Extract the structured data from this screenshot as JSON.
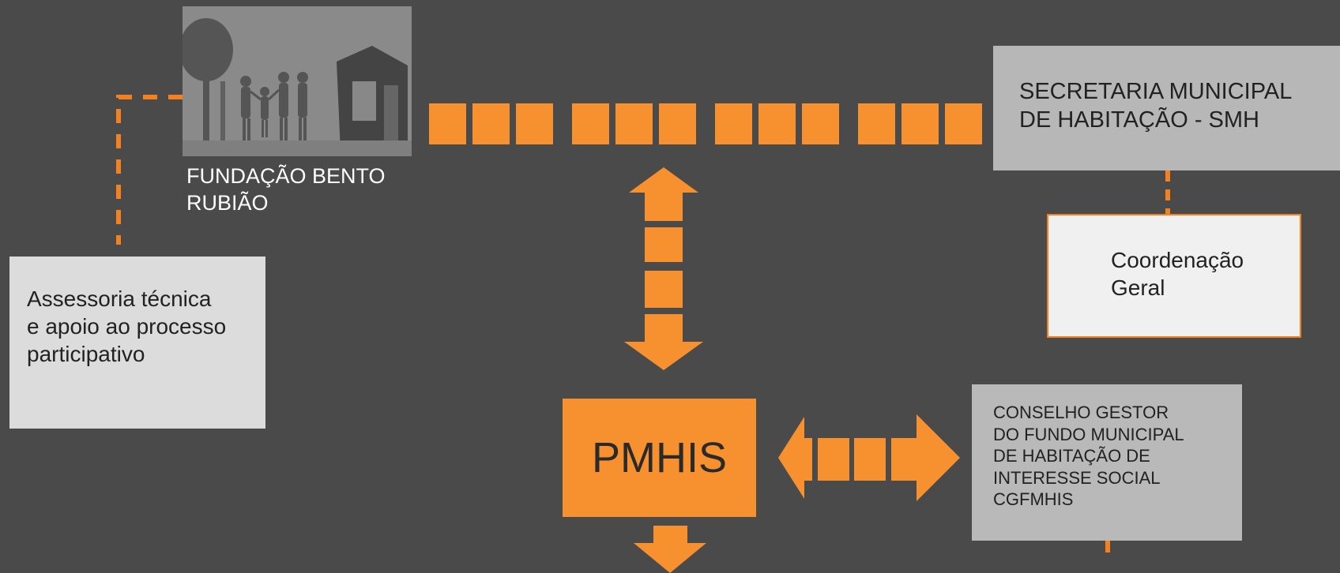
{
  "foundation": {
    "name_line1": "FUNDAÇÃO BENTO",
    "name_line2": "RUBIÃO",
    "image_icon": "family-house-icon"
  },
  "assessoria": {
    "line1": "Assessoria técnica",
    "line2": "e apoio ao processo",
    "line3": "participativo"
  },
  "smh": {
    "line1": "SECRETARIA MUNICIPAL",
    "line2": "DE HABITAÇÃO - SMH"
  },
  "coordenacao": {
    "line1": "Coordenação",
    "line2": "Geral"
  },
  "pmhis": {
    "label": "PMHIS"
  },
  "conselho": {
    "line1": "CONSELHO GESTOR",
    "line2": "DO FUNDO MUNICIPAL",
    "line3": "DE HABITAÇÃO DE",
    "line4": "INTERESSE SOCIAL",
    "line5": "CGFMHIS"
  },
  "colors": {
    "background": "#4a4a4a",
    "accent": "#f7912f",
    "dashed_connector": "#f4811f",
    "box_light": "#dcdcdc",
    "box_mid": "#b7b7b7"
  }
}
